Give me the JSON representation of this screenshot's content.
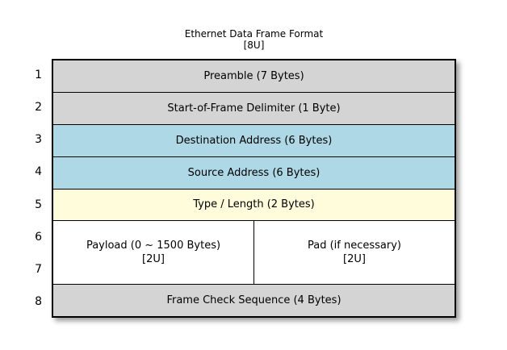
{
  "title": {
    "line1": "Ethernet Data Frame Format",
    "line2": "[8U]"
  },
  "row_numbers": [
    "1",
    "2",
    "3",
    "4",
    "5",
    "6",
    "7",
    "8"
  ],
  "fields": [
    {
      "label": "Preamble (7 Bytes)",
      "fill": "gray"
    },
    {
      "label": "Start-of-Frame Delimiter (1 Byte)",
      "fill": "gray"
    },
    {
      "label": "Destination Address (6 Bytes)",
      "fill": "blue"
    },
    {
      "label": "Source Address (6 Bytes)",
      "fill": "blue"
    },
    {
      "label": "Type / Length (2 Bytes)",
      "fill": "yellow"
    },
    {
      "label": "Frame Check Sequence (4 Bytes)",
      "fill": "gray"
    }
  ],
  "payload_cell": {
    "line1": "Payload (0 ~ 1500 Bytes)",
    "line2": "[2U]",
    "fill": "white"
  },
  "pad_cell": {
    "line1": "Pad (if necessary)",
    "line2": "[2U]",
    "fill": "white"
  },
  "colors": {
    "gray": "#d4d4d4",
    "blue": "#aed8e6",
    "yellow": "#fffcdc",
    "white": "#ffffff",
    "border": "#000000",
    "text": "#000000",
    "bg": "#ffffff"
  }
}
